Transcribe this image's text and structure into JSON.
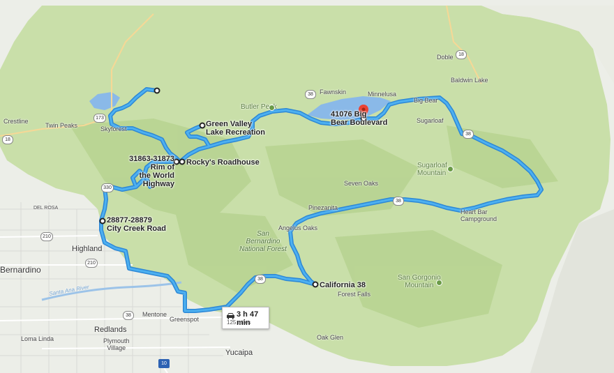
{
  "route": {
    "duration": "3 h 47 min",
    "distance": "125 miles",
    "icon": "car-icon",
    "color": "#3fa2e8"
  },
  "waypoints": [
    {
      "label": "41076 Big\nBear Boulevard"
    },
    {
      "label": "Green Valley\nLake Recreation"
    },
    {
      "label": "31863-31873 Rim of\nthe World Highway"
    },
    {
      "label": "Rocky's Roadhouse"
    },
    {
      "label": "28877-28879\nCity Creek Road"
    },
    {
      "label": "California 38"
    }
  ],
  "places": {
    "doble": "Doble",
    "baldwin_lake": "Baldwin Lake",
    "fawnskin": "Fawnskin",
    "minnelusa": "Minnelusa",
    "big_bear": "Big Bear",
    "sugarloaf": "Sugarloaf",
    "butler_peak": "Butler Peak",
    "crestline": "Crestline",
    "twin_peaks": "Twin Peaks",
    "skyforest": "Skyforest",
    "sugarloaf_mountain": "Sugarloaf\nMountain",
    "seven_oaks": "Seven Oaks",
    "heart_bar": "Heart Bar\nCampground",
    "pinezanita": "Pinezanita",
    "angelus_oaks": "Angelus Oaks",
    "forest": "San\nBernardino\nNational Forest",
    "del_rosa": "DEL ROSA",
    "highland": "Highland",
    "san_bernardino": "Bernardino",
    "santa_ana_river": "Santa Ana River",
    "mentone": "Mentone",
    "greenspot": "Greenspot",
    "redlands": "Redlands",
    "loma_linda": "Loma Linda",
    "plymouth": "Plymouth\nVillage",
    "yucaipa": "Yucaipa",
    "oak_glen": "Oak Glen",
    "forest_falls": "Forest Falls",
    "san_gorgonio": "San Gorgonio\nMountain"
  },
  "shields": {
    "s18_doble": "18",
    "s18_west": "18",
    "s38_lake": "38",
    "s38_east": "38",
    "s38_mid": "38",
    "s38_south": "38",
    "s38_mentone": "38",
    "s173": "173",
    "s330": "330",
    "s210_a": "210",
    "s210_b": "210",
    "s10": "10"
  }
}
